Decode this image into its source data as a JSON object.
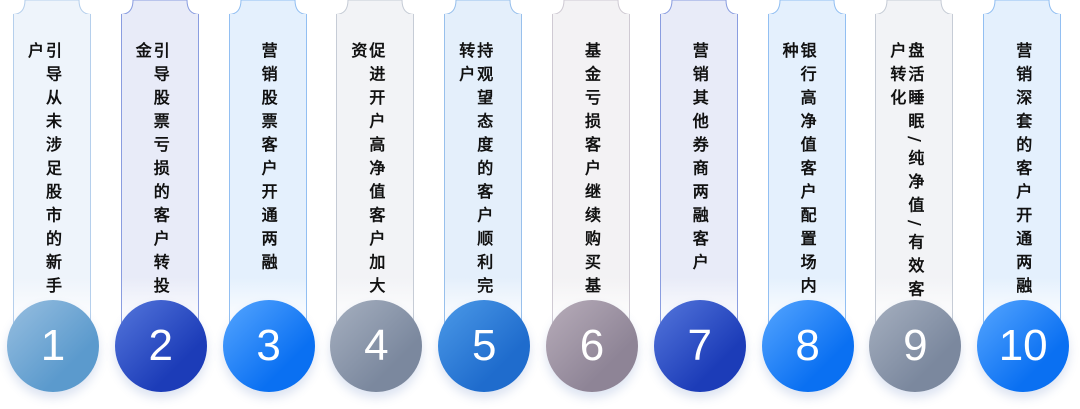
{
  "items": [
    {
      "number": "1",
      "text": "引导从未涉足股市的新手开户",
      "colors": {
        "from": "#98bfe0",
        "to": "#5b9acd",
        "card": "#eef4fb",
        "border": "#b5cfec"
      }
    },
    {
      "number": "2",
      "text": "引导股票亏损的客户转投基金",
      "colors": {
        "from": "#5577dc",
        "to": "#1c3cb8",
        "card": "#e8ebf8",
        "border": "#8a9de0"
      }
    },
    {
      "number": "3",
      "text": "营销股票客户开通两融",
      "colors": {
        "from": "#56a6ff",
        "to": "#0a70f2",
        "card": "#e4f0fd",
        "border": "#92bff2"
      }
    },
    {
      "number": "4",
      "text": "促进开户高净值客户加大投资",
      "colors": {
        "from": "#a6b0c0",
        "to": "#7b889e",
        "card": "#f2f3f6",
        "border": "#c6ccd6"
      }
    },
    {
      "number": "5",
      "text": "持观望态度的客户顺利完成转户",
      "colors": {
        "from": "#4c9ae8",
        "to": "#1f6ccd",
        "card": "#e4effb",
        "border": "#98c0ec"
      }
    },
    {
      "number": "6",
      "text": "基金亏损客户继续购买基金",
      "colors": {
        "from": "#b8adba",
        "to": "#8e8496",
        "card": "#f3f2f4",
        "border": "#cfcad3"
      }
    },
    {
      "number": "7",
      "text": "营销其他券商两融客户",
      "colors": {
        "from": "#5577dc",
        "to": "#1c3cb8",
        "card": "#e8ebf8",
        "border": "#8a9de0"
      }
    },
    {
      "number": "8",
      "text": "银行高净值客户配置场内品种",
      "colors": {
        "from": "#56a6ff",
        "to": "#0a70f2",
        "card": "#e4f0fd",
        "border": "#92bff2"
      }
    },
    {
      "number": "9",
      "text": "盘活睡眠/纯净值/有效客户转化",
      "colors": {
        "from": "#a6b0c0",
        "to": "#7b889e",
        "card": "#f2f3f6",
        "border": "#c6ccd6"
      }
    },
    {
      "number": "10",
      "text": "营销深套的客户开通两融",
      "colors": {
        "from": "#56a6ff",
        "to": "#0a70f2",
        "card": "#e4f0fd",
        "border": "#92bff2"
      }
    }
  ]
}
